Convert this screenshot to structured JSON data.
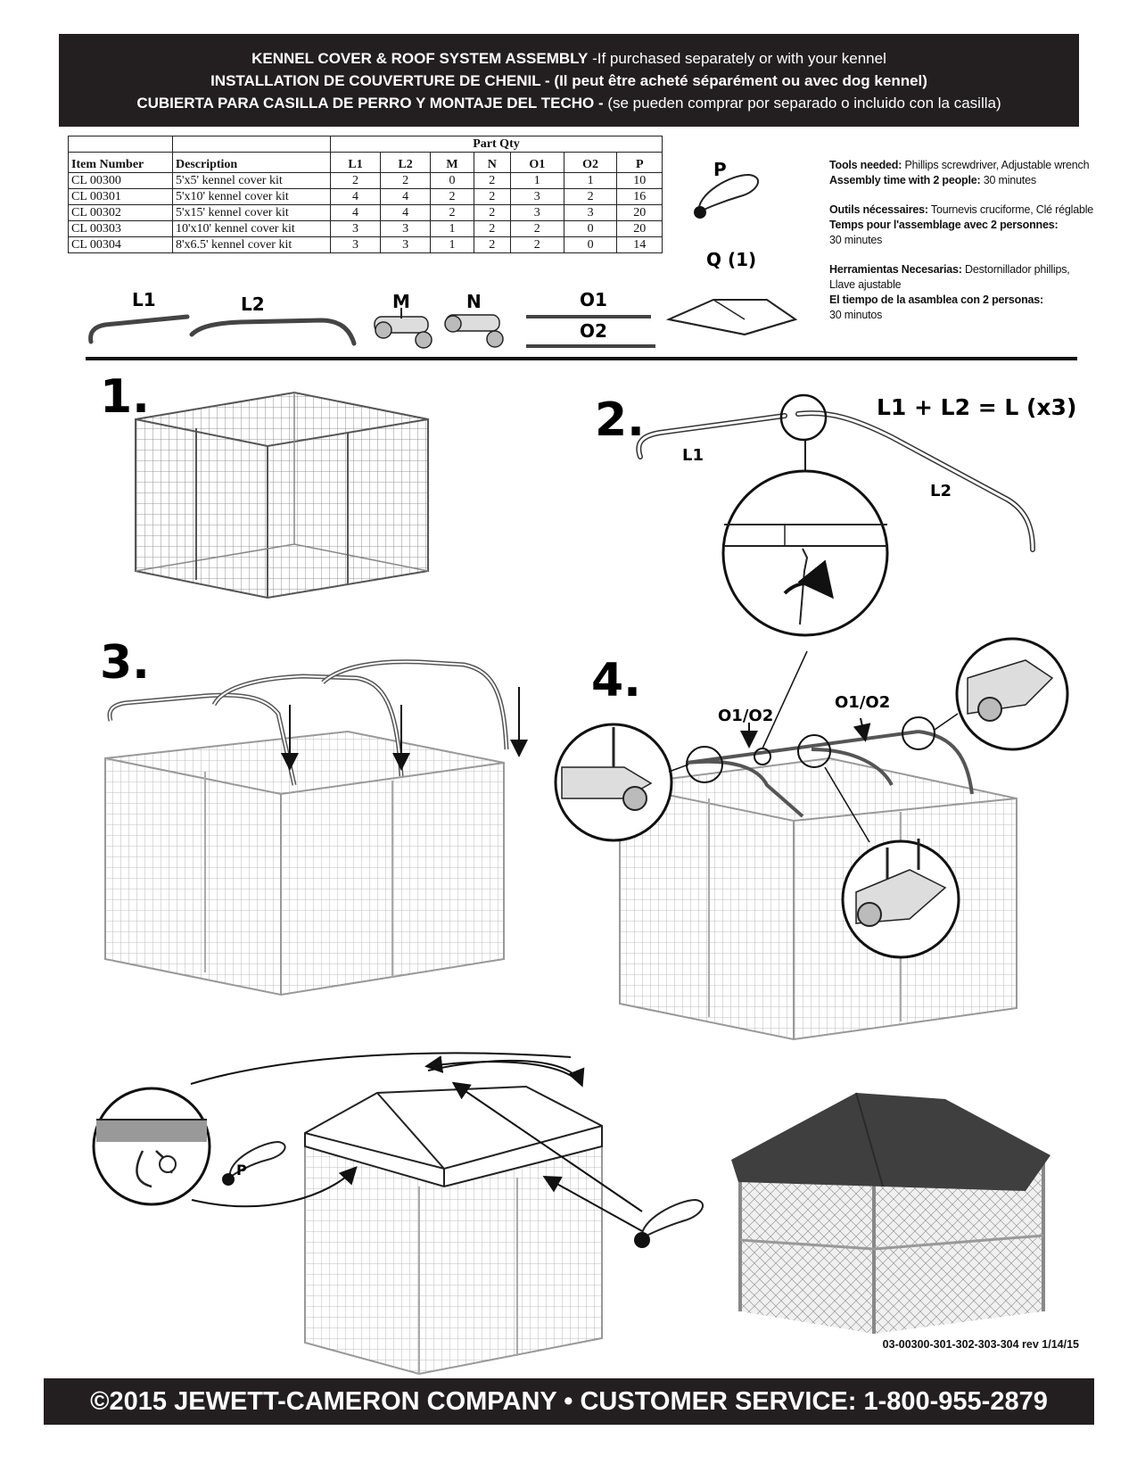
{
  "header": {
    "line1_bold": "KENNEL COVER & ROOF SYSTEM ASSEMBLY",
    "line1_rest": " -If purchased separately or with your kennel",
    "line2_bold": "INSTALLATION DE COUVERTURE DE CHENIL - ",
    "line2_rest": "(Il peut être acheté séparément ou avec dog kennel)",
    "line3_bold": "CUBIERTA PARA CASILLA DE PERRO Y MONTAJE DEL TECHO - ",
    "line3_rest": "(se pueden comprar por separado o incluido con la casilla)"
  },
  "parts_table": {
    "group_header": "Part Qty",
    "columns": [
      "Item Number",
      "Description",
      "L1",
      "L2",
      "M",
      "N",
      "O1",
      "O2",
      "P"
    ],
    "rows": [
      [
        "CL 00300",
        "5'x5' kennel cover kit",
        "2",
        "2",
        "0",
        "2",
        "1",
        "1",
        "10"
      ],
      [
        "CL 00301",
        "5'x10' kennel cover kit",
        "4",
        "4",
        "2",
        "2",
        "3",
        "2",
        "16"
      ],
      [
        "CL 00302",
        "5'x15' kennel cover kit",
        "4",
        "4",
        "2",
        "2",
        "3",
        "3",
        "20"
      ],
      [
        "CL 00303",
        "10'x10' kennel cover kit",
        "3",
        "3",
        "1",
        "2",
        "2",
        "0",
        "20"
      ],
      [
        "CL 00304",
        "8'x6.5' kennel cover kit",
        "3",
        "3",
        "1",
        "2",
        "2",
        "0",
        "14"
      ]
    ]
  },
  "parts_labels": {
    "p": "P",
    "q": "Q (1)",
    "l1": "L1",
    "l2": "L2",
    "m": "M",
    "n": "N",
    "o1": "O1",
    "o2": "O2"
  },
  "tools": {
    "en_label": "Tools needed:",
    "en_value": " Phillips screwdriver, Adjustable wrench",
    "en_time_label": "Assembly time with 2 people:",
    "en_time_value": " 30 minutes",
    "fr_label": "Outils nécessaires:",
    "fr_value": " Tournevis cruciforme, Clé réglable",
    "fr_time_label": "Temps pour l'assemblage avec 2 personnes:",
    "fr_time_value": "30 minutes",
    "es_label": "Herramientas Necesarias:",
    "es_value": " Destornillador phillips, Llave ajustable",
    "es_time_label": "El tiempo de la asamblea con 2 personas:",
    "es_time_value": "30 minutos"
  },
  "steps": {
    "s1": "1.",
    "s2": "2.",
    "s3": "3.",
    "s4": "4.",
    "formula": "L1 + L2 = L (x3)",
    "l1": "L1",
    "l2": "L2",
    "o1o2_a": "O1/O2",
    "o1o2_b": "O1/O2",
    "p": "P"
  },
  "doc_number": "03-00300-301-302-303-304  rev 1/14/15",
  "footer": "©2015 JEWETT-CAMERON COMPANY • CUSTOMER SERVICE: 1-800-955-2879"
}
